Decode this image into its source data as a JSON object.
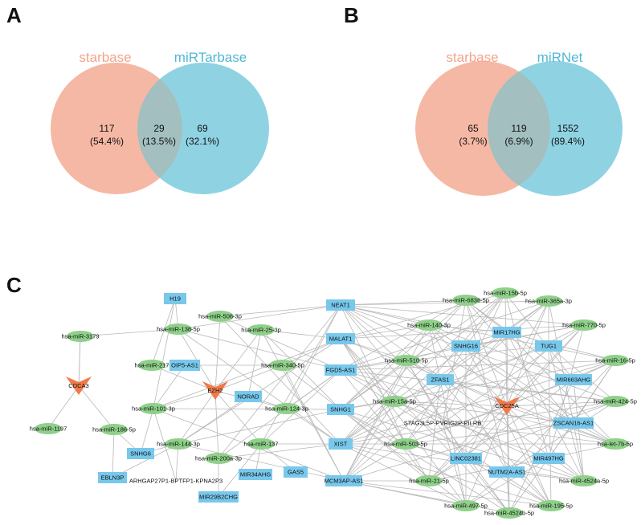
{
  "panels": {
    "a": "A",
    "b": "B",
    "c": "C"
  },
  "colors": {
    "left_circle": "#f5b8a4",
    "right_circle": "#8fd3e3",
    "overlap": "#a3bfc0",
    "left_title": "#f4a48a",
    "right_title": "#4fb8d4",
    "mirna": "#8fd08a",
    "lncrna": "#78c8ec",
    "gene": "#f07a4a",
    "edge": "#b8b8b8"
  },
  "venn_a": {
    "left_title": "starbase",
    "right_title": "miRTarbase",
    "left_count": "117",
    "left_pct": "(54.4%)",
    "mid_count": "29",
    "mid_pct": "(13.5%)",
    "right_count": "69",
    "right_pct": "(32.1%)"
  },
  "venn_b": {
    "left_title": "starbase",
    "right_title": "miRNet",
    "left_count": "65",
    "left_pct": "(3.7%)",
    "mid_count": "119",
    "mid_pct": "(6.9%)",
    "right_count": "1552",
    "right_pct": "(89.4%)"
  },
  "network": {
    "genes": [
      "CDCA3",
      "EZH2",
      "CDC25A"
    ],
    "mirnas": [
      "hsa-miR-3179",
      "hsa-miR-138-5p",
      "hsa-miR-506-3p",
      "hsa-miR-25-3p",
      "hsa-miR-217",
      "hsa-miR-340-5p",
      "hsa-miR-101-3p",
      "hsa-miR-124-3p",
      "hsa-miR-1197",
      "hsa-miR-186-5p",
      "hsa-miR-144-3p",
      "hsa-miR-137",
      "hsa-miR-200a-3p",
      "hsa-miR-6838-5p",
      "hsa-miR-15b-5p",
      "hsa-miR-365a-3p",
      "hsa-miR-140-3p",
      "hsa-miR-770-5p",
      "hsa-miR-510-5p",
      "hsa-miR-16-5p",
      "hsa-miR-15a-5p",
      "hsa-miR-424-5p",
      "hsa-miR-503-5p",
      "hsa-let-7b-5p",
      "hsa-miR-21-5p",
      "hsa-miR-4524a-5p",
      "hsa-miR-497-5p",
      "hsa-miR-195-5p",
      "hsa-miR-4524b-5p"
    ],
    "lncrnas": [
      "H19",
      "OIP5-AS1",
      "NORAD",
      "SNHG6",
      "EBLN3P",
      "ARHGAP27P1-BPTFP1-KPNA2P3",
      "MIR29B2CHG",
      "MIR34AHG",
      "GAS5",
      "NEAT1",
      "MALAT1",
      "FGD5-AS1",
      "SNHG1",
      "XIST",
      "MCM3AP-AS1",
      "MIR17HG",
      "TUG1",
      "SNHG16",
      "MIR663AHG",
      "ZFAS1",
      "STAG3L5P-PVRIG2P-PILRB",
      "ZSCAN16-AS1",
      "LINC02381",
      "MIR497HG",
      "NUTM2A-AS1"
    ]
  }
}
